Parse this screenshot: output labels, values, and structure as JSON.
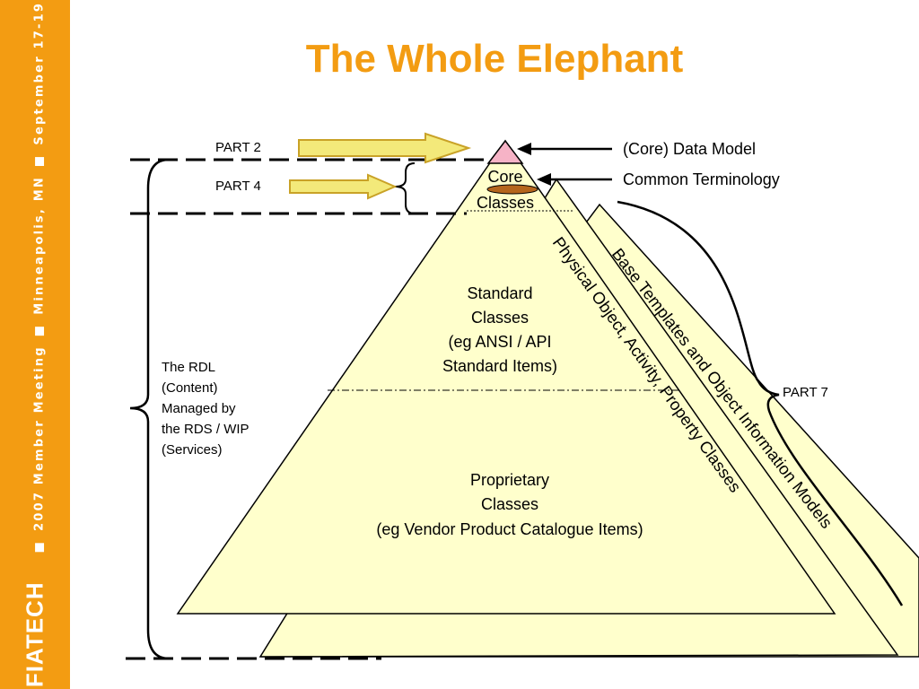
{
  "title": "The Whole Elephant",
  "sidebar": {
    "brand": "FIATECH",
    "segments": [
      "2007 Member Meeting",
      "Minneapolis, MN",
      "September 17-19"
    ],
    "separator": "■",
    "color": "#f39c12"
  },
  "diagram": {
    "pyramid_layers": {
      "core": [
        "Core",
        "Classes"
      ],
      "standard": [
        "Standard",
        "Classes",
        "(eg ANSI / API",
        "Standard Items)"
      ],
      "proprietary": [
        "Proprietary",
        "Classes",
        "(eg Vendor Product Catalogue Items)"
      ]
    },
    "back_layers": {
      "physical": "Physical Object, Activity, Property Classes",
      "templates": "Base Templates and Object Information Models"
    },
    "labels": {
      "part2": "PART 2",
      "part4": "PART 4",
      "part7": "PART 7",
      "core_data_model": "(Core) Data Model",
      "common_terminology": "Common Terminology"
    },
    "rdl_note": [
      "The RDL",
      "(Content)",
      "Managed by",
      "the RDS / WIP",
      "(Services)"
    ],
    "colors": {
      "pyramid_fill": "#ffffcc",
      "apex_fill": "#f6b3c6",
      "arrow_fill": "#f3e97a",
      "arrow_stroke": "#c9a227",
      "ellipse_fill": "#b5651d"
    }
  }
}
